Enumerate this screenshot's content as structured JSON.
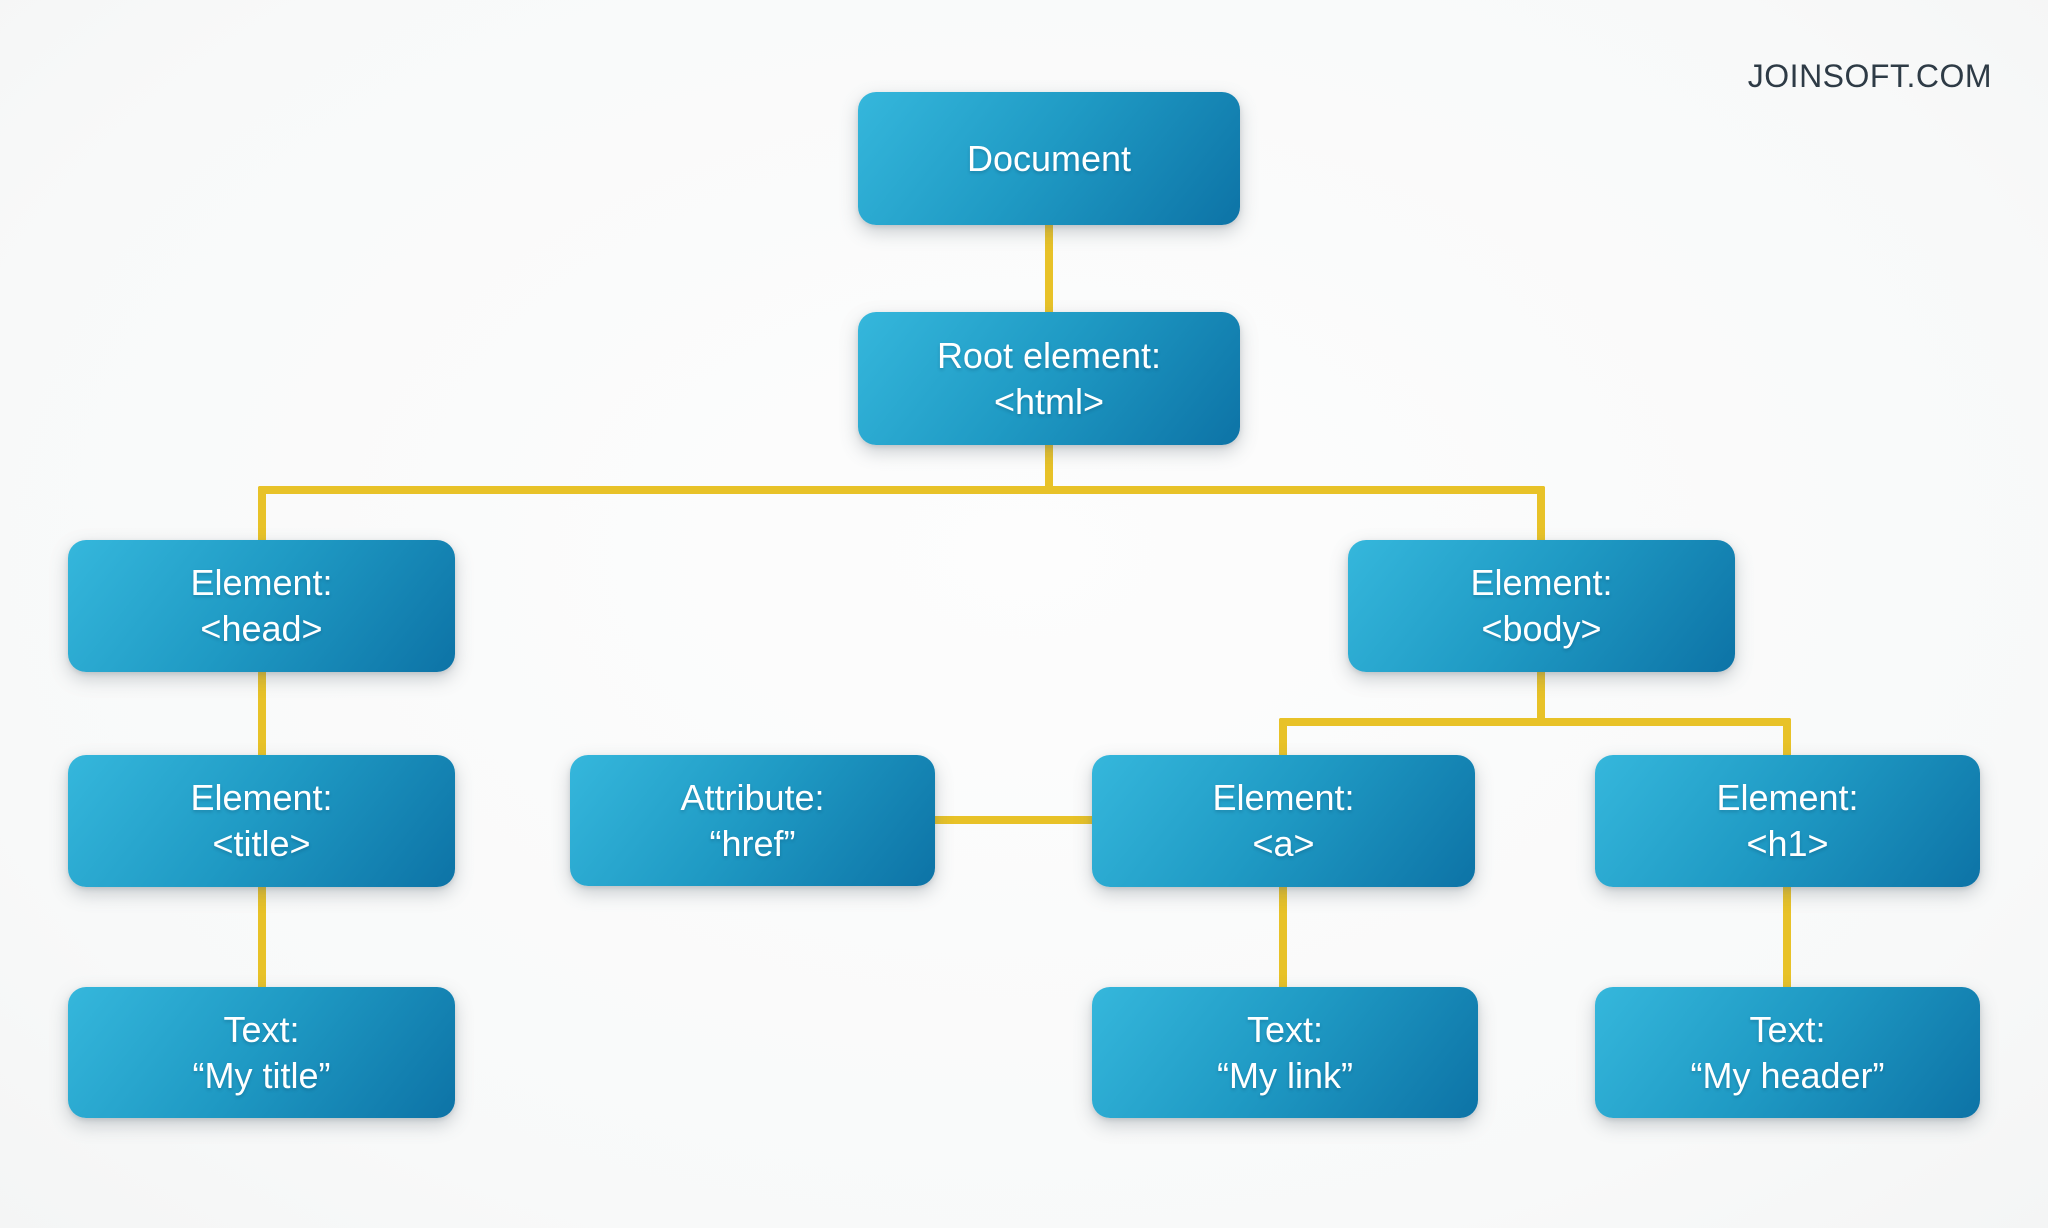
{
  "brand": {
    "label": "JOINSOFT.COM"
  },
  "colors": {
    "node_gradient_start": "#35b7dc",
    "node_gradient_end": "#0d73a6",
    "node_text": "#ffffff",
    "connector": "#e8c228",
    "brand_text": "#2e3b46",
    "page_background": "#fbfbfb"
  },
  "diagram": {
    "type": "dom-tree",
    "nodes": [
      {
        "id": "document",
        "line1": "Document",
        "line2": ""
      },
      {
        "id": "html",
        "line1": "Root element:",
        "line2": "<html>"
      },
      {
        "id": "head",
        "line1": "Element:",
        "line2": "<head>"
      },
      {
        "id": "body",
        "line1": "Element:",
        "line2": "<body>"
      },
      {
        "id": "title",
        "line1": "Element:",
        "line2": "<title>"
      },
      {
        "id": "href",
        "line1": "Attribute:",
        "line2": "“href”"
      },
      {
        "id": "a",
        "line1": "Element:",
        "line2": "<a>"
      },
      {
        "id": "h1",
        "line1": "Element:",
        "line2": "<h1>"
      },
      {
        "id": "text-title",
        "line1": "Text:",
        "line2": "“My title”"
      },
      {
        "id": "text-link",
        "line1": "Text:",
        "line2": "“My link”"
      },
      {
        "id": "text-header",
        "line1": "Text:",
        "line2": "“My header”"
      }
    ],
    "edges": [
      "document-html",
      "html-head",
      "html-body",
      "head-title",
      "title-text-title",
      "href-a",
      "body-a",
      "body-h1",
      "a-text-link",
      "h1-text-header"
    ]
  }
}
